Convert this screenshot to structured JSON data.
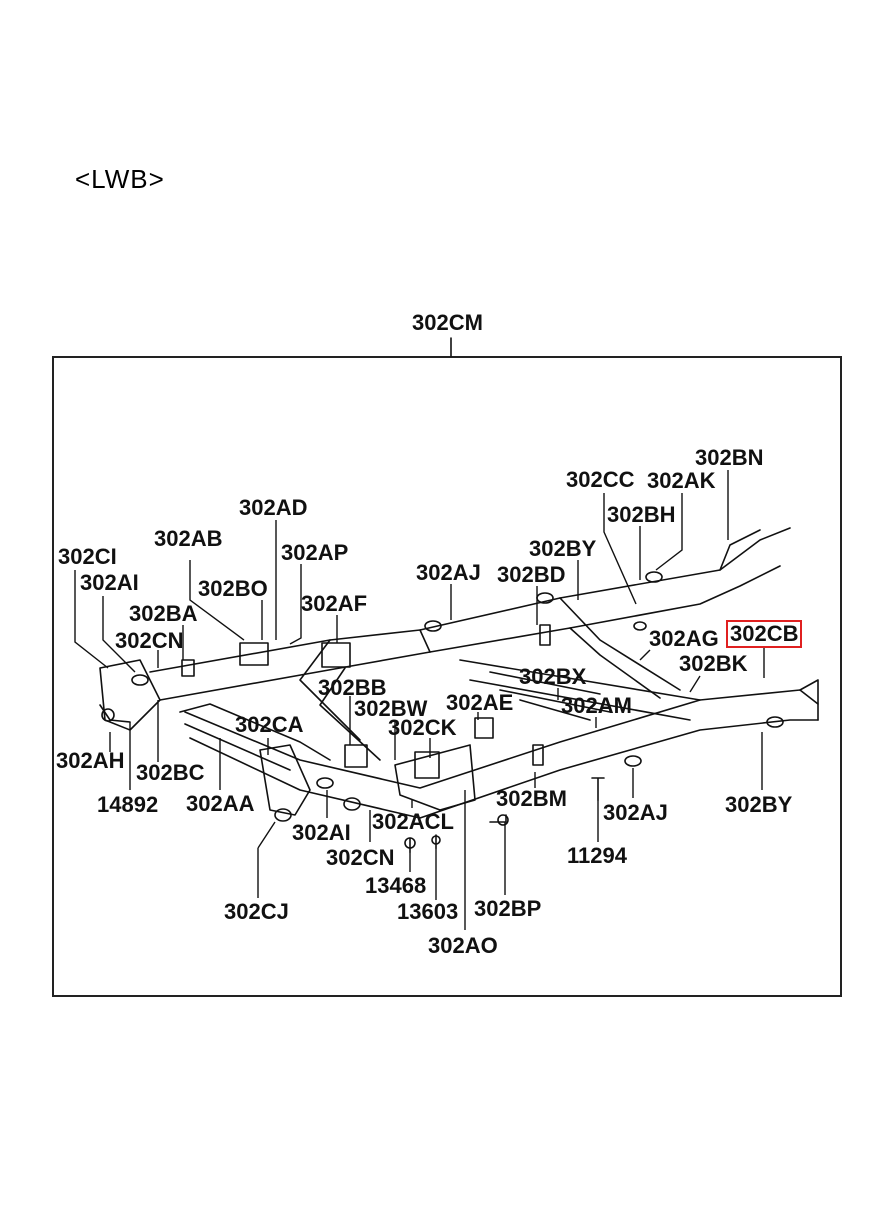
{
  "variant_label": "<LWB>",
  "assembly": {
    "code": "302CM"
  },
  "highlighted_part": "302CB",
  "parts": {
    "p302CI": "302CI",
    "p302AI_top": "302AI",
    "p302AB": "302AB",
    "p302AD": "302AD",
    "p302AP": "302AP",
    "p302BO": "302BO",
    "p302BA": "302BA",
    "p302CN_top": "302CN",
    "p302AF": "302AF",
    "p302AJ_top": "302AJ",
    "p302BD": "302BD",
    "p302BY_top": "302BY",
    "p302CC": "302CC",
    "p302AK": "302AK",
    "p302BN": "302BN",
    "p302BH": "302BH",
    "p302AG": "302AG",
    "p302CB": "302CB",
    "p302BK": "302BK",
    "p302BX": "302BX",
    "p302AM": "302AM",
    "p302AE": "302AE",
    "p302BB": "302BB",
    "p302BW": "302BW",
    "p302CK": "302CK",
    "p302CA": "302CA",
    "p302AH": "302AH",
    "p302BC": "302BC",
    "p14892": "14892",
    "p302AA": "302AA",
    "p302AI_bot": "302AI",
    "p302CN_bot": "302CN",
    "p302ACL": "302ACL",
    "p302BM": "302BM",
    "p302AJ_bot": "302AJ",
    "p302BY_bot": "302BY",
    "p11294": "11294",
    "p13468": "13468",
    "p13603": "13603",
    "p302BP": "302BP",
    "p302CJ": "302CJ",
    "p302AO": "302AO"
  }
}
